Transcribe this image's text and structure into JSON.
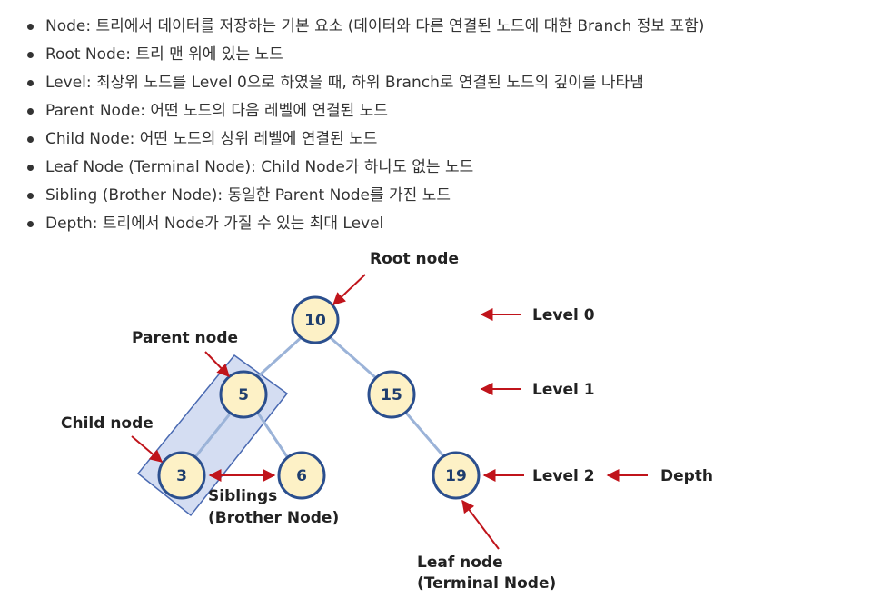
{
  "definitions": [
    {
      "term": "Node",
      "text": "트리에서 데이터를 저장하는 기본 요소 (데이터와 다른 연결된 노드에 대한 Branch 정보 포함)"
    },
    {
      "term": "Root Node",
      "text": "트리 맨 위에 있는 노드"
    },
    {
      "term": "Level",
      "text": "최상위 노드를 Level 0으로 하였을 때, 하위 Branch로 연결된 노드의 깊이를 나타냄"
    },
    {
      "term": "Parent Node",
      "text": "어떤 노드의 다음 레벨에 연결된 노드"
    },
    {
      "term": "Child Node",
      "text": "어떤 노드의 상위 레벨에 연결된 노드"
    },
    {
      "term": "Leaf Node (Terminal Node)",
      "text": "Child Node가 하나도 없는 노드"
    },
    {
      "term": "Sibling (Brother Node)",
      "text": "동일한 Parent Node를 가진 노드"
    },
    {
      "term": "Depth",
      "text": "트리에서 Node가 가질 수 있는 최대 Level"
    }
  ],
  "diagram": {
    "nodes": {
      "n10": "10",
      "n5": "5",
      "n15": "15",
      "n3": "3",
      "n6": "6",
      "n19": "19"
    },
    "labels": {
      "root_node": "Root node",
      "parent_node": "Parent node",
      "child_node": "Child node",
      "siblings_1": "Siblings",
      "siblings_2": "(Brother Node)",
      "leaf_1": "Leaf node",
      "leaf_2": "(Terminal Node)",
      "level_0": "Level 0",
      "level_1": "Level 1",
      "level_2": "Level 2",
      "depth": "Depth"
    },
    "colors": {
      "node_fill": "#fdf1c6",
      "node_stroke": "#2b4f8e",
      "edge": "#9bb3d8",
      "arrow": "#c0141b",
      "highlight_fill": "#c5d2ee",
      "highlight_stroke": "#4a6ab2"
    }
  }
}
